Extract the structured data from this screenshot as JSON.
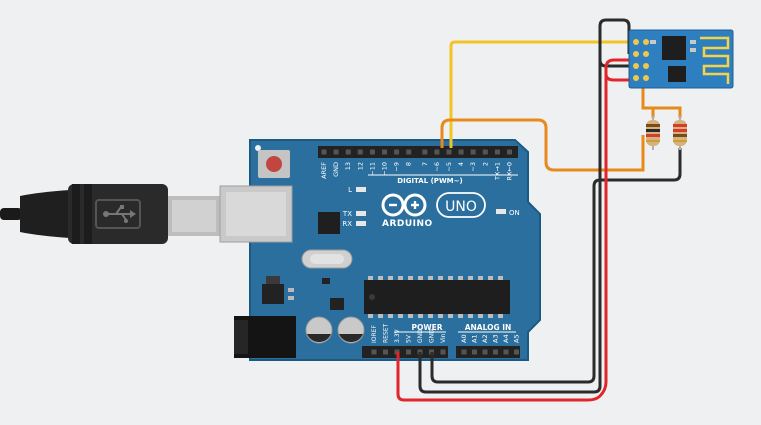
{
  "colors": {
    "background": "#eef0f2",
    "board": "#2a6f9e",
    "board_edge": "#1d5a82",
    "silkscreen": "#ffffff",
    "header": "#222222",
    "wire_yellow": "#f2c524",
    "wire_orange": "#e88a1a",
    "wire_red": "#e0262b",
    "wire_black": "#2b2b2b",
    "module": "#2e7fc0",
    "chip": "#1e1e1e"
  },
  "board": {
    "logo_text": "ARDUINO",
    "uno_text": "UNO",
    "digital_label": "DIGITAL (PWM~)",
    "power_label": "POWER",
    "analog_label": "ANALOG IN",
    "on_label": "ON",
    "led_labels": [
      "L",
      "TX",
      "RX"
    ],
    "digital_pins": [
      "AREF",
      "GND",
      "13",
      "12",
      "~11",
      "~10",
      "~9",
      "8",
      "7",
      "~6",
      "~5",
      "4",
      "~3",
      "2",
      "TX→1",
      "RX←0"
    ],
    "power_pins": [
      "IOREF",
      "RESET",
      "3.3V",
      "5V",
      "GND",
      "GND",
      "Vin"
    ],
    "analog_pins": [
      "A0",
      "A1",
      "A2",
      "A3",
      "A4",
      "A5"
    ]
  },
  "icons": {
    "usb": "usb-icon"
  }
}
